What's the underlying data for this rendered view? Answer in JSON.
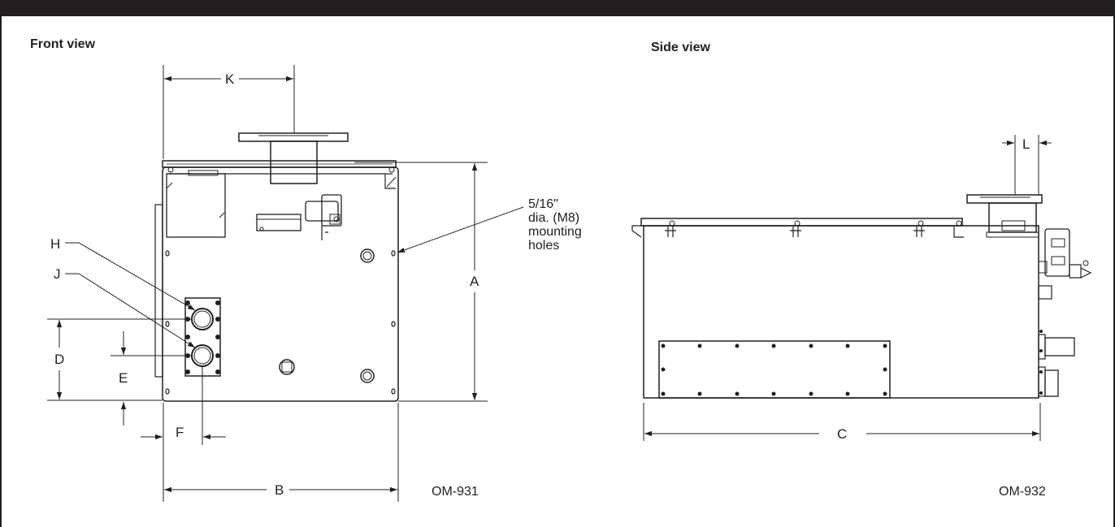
{
  "views": {
    "front": {
      "title": "Front view",
      "drawing_code": "OM-931"
    },
    "side": {
      "title": "Side view",
      "drawing_code": "OM-932"
    }
  },
  "dimensions": {
    "A": "A",
    "B": "B",
    "C": "C",
    "D": "D",
    "E": "E",
    "F": "F",
    "H": "H",
    "J": "J",
    "K": "K",
    "L": "L"
  },
  "callout": {
    "line1": "5/16\"",
    "line2": "dia. (M8)",
    "line3": "mounting",
    "line4": "holes"
  }
}
